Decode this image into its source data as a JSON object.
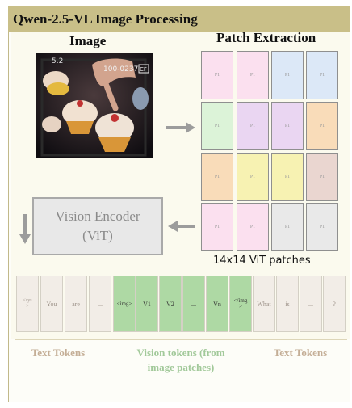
{
  "title": "Qwen-2.5-VL Image Processing",
  "headings": {
    "image": "Image",
    "patches": "Patch Extraction"
  },
  "photo": {
    "camera_top_left": "5.2",
    "camera_top_right": "100-0237",
    "camera_badge": "CF"
  },
  "patch_grid": {
    "rows": 4,
    "cols": 4,
    "label": "P1",
    "colors": [
      [
        "#fbe0ef",
        "#fbe0ef",
        "#dce8f7",
        "#dce8f7"
      ],
      [
        "#dcf3d8",
        "#ead6f2",
        "#ead6f2",
        "#f9dcb9"
      ],
      [
        "#f9dcb9",
        "#f7f2b2",
        "#f7f2b2",
        "#ead6d0"
      ],
      [
        "#fbe0ef",
        "#fbe0ef",
        "#e9e9e9",
        "#e9e9e9"
      ]
    ],
    "caption": "14x14 ViT patches"
  },
  "encoder": {
    "line1": "Vision Encoder",
    "line2": "(ViT)"
  },
  "tokens": [
    {
      "text": "<sys\n>",
      "kind": "text"
    },
    {
      "text": "You",
      "kind": "text"
    },
    {
      "text": "are",
      "kind": "text"
    },
    {
      "text": "...",
      "kind": "text"
    },
    {
      "text": "<img>",
      "kind": "vision"
    },
    {
      "text": "V1",
      "kind": "vision"
    },
    {
      "text": "V2",
      "kind": "vision"
    },
    {
      "text": "...",
      "kind": "vision"
    },
    {
      "text": "Vn",
      "kind": "vision"
    },
    {
      "text": "</img\n>",
      "kind": "vision"
    },
    {
      "text": "What",
      "kind": "text"
    },
    {
      "text": "is",
      "kind": "text"
    },
    {
      "text": "...",
      "kind": "text"
    },
    {
      "text": "?",
      "kind": "text"
    }
  ],
  "token_labels": {
    "text_left": "Text Tokens",
    "vision": "Vision tokens (from image patches)",
    "text_right": "Text Tokens"
  },
  "colors": {
    "title_bar": "#c9bf88",
    "text_token": "#f2ede7",
    "vision_token": "#aed9a4",
    "arrow": "#9c9c9c"
  }
}
